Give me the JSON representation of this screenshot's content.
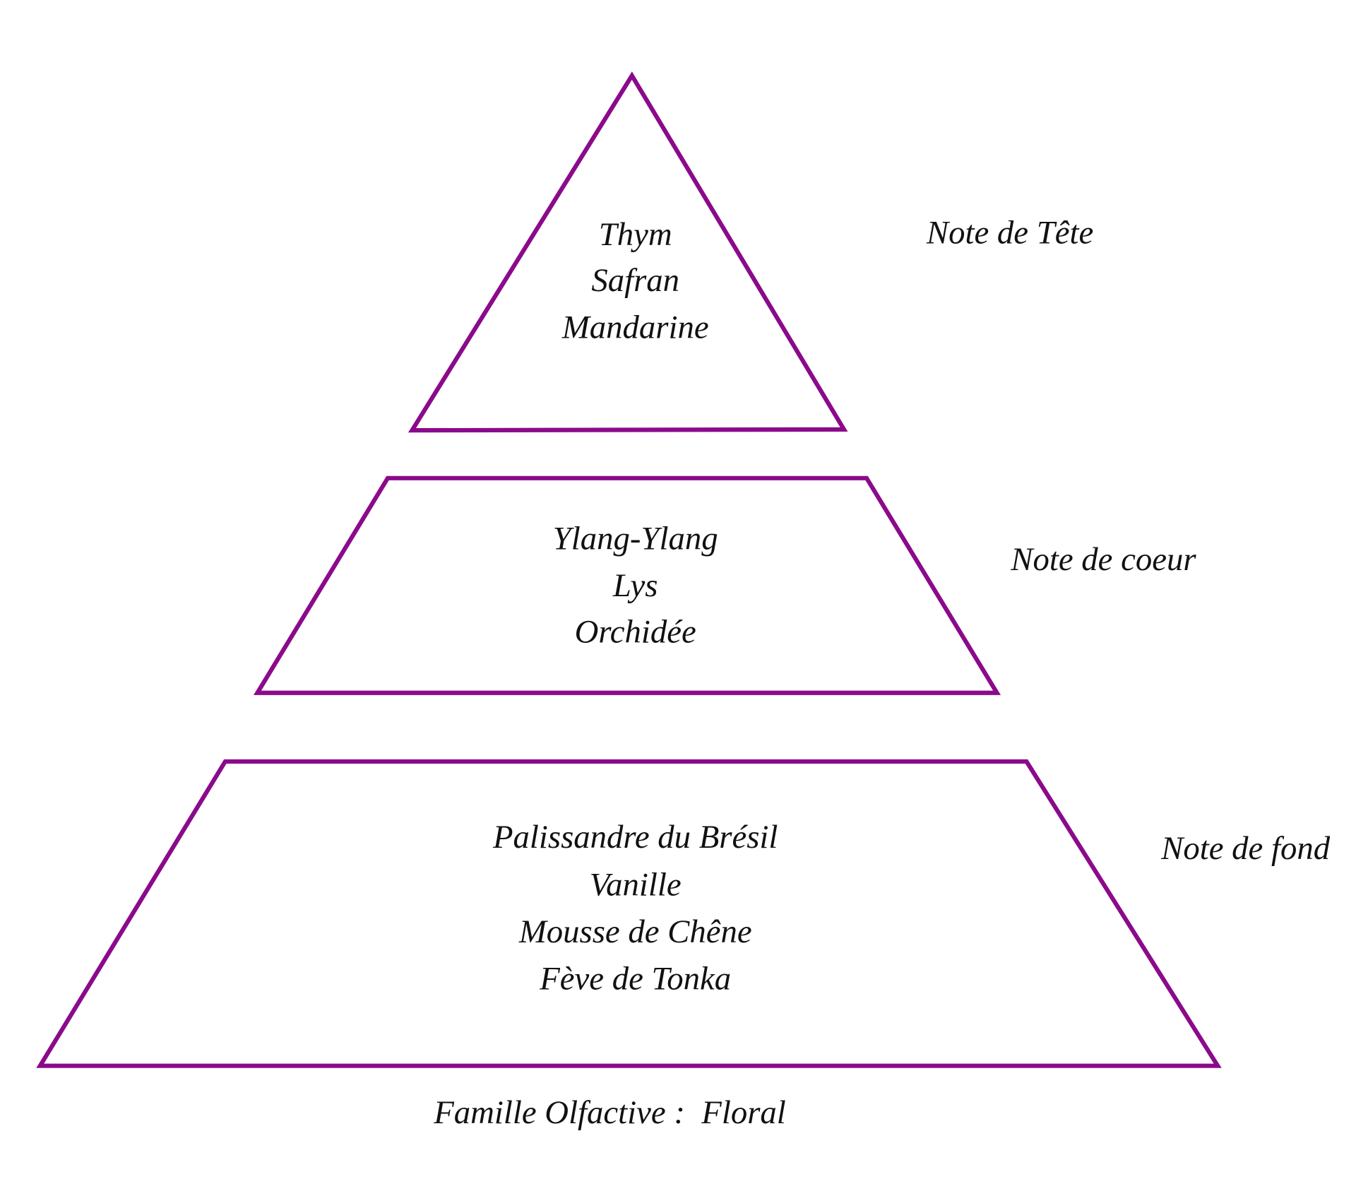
{
  "colors": {
    "outline": "#8b0a8b",
    "text": "#111111",
    "background": "#ffffff"
  },
  "pyramid": {
    "top": {
      "label": "Note de Tête",
      "notes": [
        "Thym",
        "Safran",
        "Mandarine"
      ]
    },
    "heart": {
      "label": "Note de coeur",
      "notes": [
        "Ylang-Ylang",
        "Lys",
        "Orchidée"
      ]
    },
    "base": {
      "label": "Note de fond",
      "notes": [
        "Palissandre du Brésil",
        "Vanille",
        "Mousse de Chêne",
        "Fève de Tonka"
      ]
    }
  },
  "footer": {
    "family": "Famille Olfactive :  Floral"
  }
}
